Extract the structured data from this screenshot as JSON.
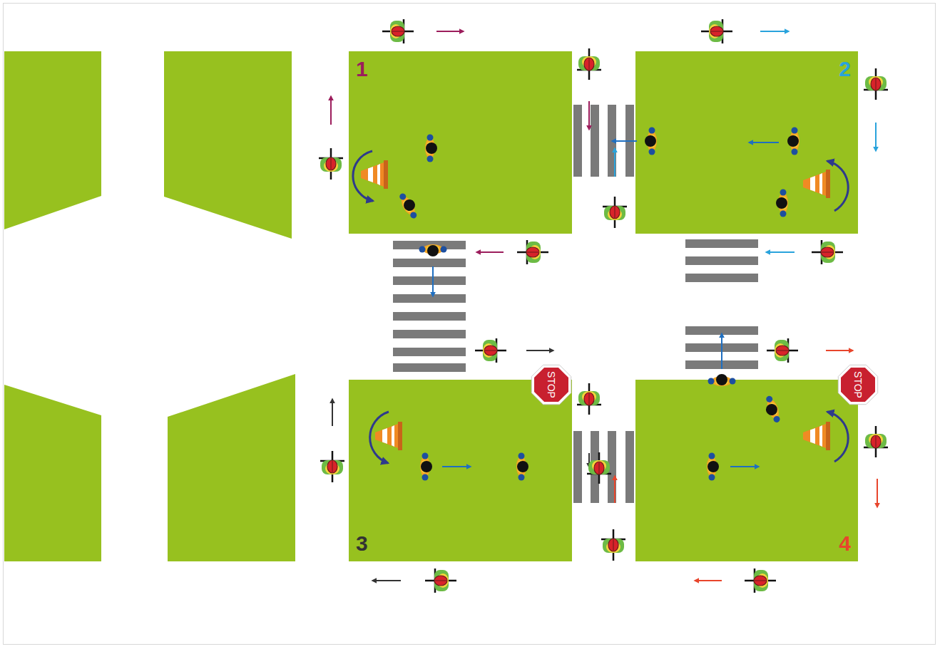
{
  "diagram": {
    "nodes": [
      {
        "text": [
          "1"
        ]
      },
      {
        "text": [
          "2"
        ]
      },
      {
        "text": [
          "3"
        ]
      },
      {
        "text": [
          "4"
        ]
      },
      {
        "text": [
          "STOP"
        ]
      },
      {
        "text": [
          "STOP"
        ]
      }
    ]
  }
}
